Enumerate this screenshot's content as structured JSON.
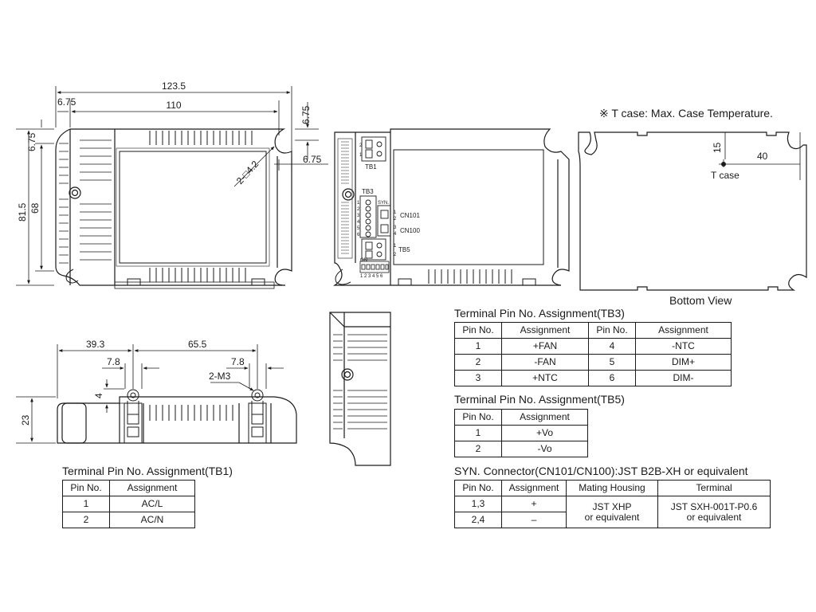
{
  "dims": {
    "overall_length": "123.5",
    "left_offset": "6.75",
    "inner_length": "110",
    "top_offset": "6.75",
    "side_offset": "6.75",
    "left_top_offset": "6.75",
    "overall_height": "81.5",
    "inner_height": "68",
    "hole_callout": "2-□4.2",
    "side_left": "39.3",
    "side_span": "65.5",
    "side_left_small": "7.8",
    "side_right_small": "7.8",
    "side_screw": "2-M3",
    "side_four": "4",
    "side_height": "23"
  },
  "labels": {
    "tb1": "TB1",
    "tb3": "TB3",
    "tb5": "TB5",
    "syn": "SYN.",
    "cn101": "CN101",
    "cn100": "CN100",
    "on": "ON",
    "tb3_pins": [
      "1",
      "2",
      "3",
      "4",
      "5",
      "6"
    ],
    "cn101_pins": [
      "1",
      "2"
    ],
    "cn100_pins": [
      "3",
      "4"
    ],
    "tb5_pins": [
      "1",
      "2"
    ],
    "tb1_pins": [
      "2",
      "1"
    ],
    "dip_numbers": "1 2 3 4 5 6"
  },
  "bottom": {
    "note": "※ T case: Max. Case Temperature.",
    "dim_15": "15",
    "dim_40": "40",
    "tcase": "T case",
    "caption": "Bottom View"
  },
  "tb3": {
    "title": "Terminal Pin No. Assignment(TB3)",
    "headers": [
      "Pin No.",
      "Assignment",
      "Pin No.",
      "Assignment"
    ],
    "rows": [
      [
        "1",
        "+FAN",
        "4",
        "-NTC"
      ],
      [
        "2",
        "-FAN",
        "5",
        "DIM+"
      ],
      [
        "3",
        "+NTC",
        "6",
        "DIM-"
      ]
    ]
  },
  "tb5": {
    "title": "Terminal Pin No. Assignment(TB5)",
    "headers": [
      "Pin No.",
      "Assignment"
    ],
    "rows": [
      [
        "1",
        "+Vo"
      ],
      [
        "2",
        "-Vo"
      ]
    ]
  },
  "tb1": {
    "title": "Terminal Pin No. Assignment(TB1)",
    "headers": [
      "Pin No.",
      "Assignment"
    ],
    "rows": [
      [
        "1",
        "AC/L"
      ],
      [
        "2",
        "AC/N"
      ]
    ]
  },
  "syn": {
    "title": "SYN. Connector(CN101/CN100):JST B2B-XH or equivalent",
    "headers": [
      "Pin No.",
      "Assignment",
      "Mating Housing",
      "Terminal"
    ],
    "rows": [
      [
        "1,3",
        "+"
      ],
      [
        "2,4",
        "–"
      ]
    ],
    "housing_line1": "JST XHP",
    "housing_line2": "or equivalent",
    "terminal_line1": "JST SXH-001T-P0.6",
    "terminal_line2": "or equivalent"
  }
}
